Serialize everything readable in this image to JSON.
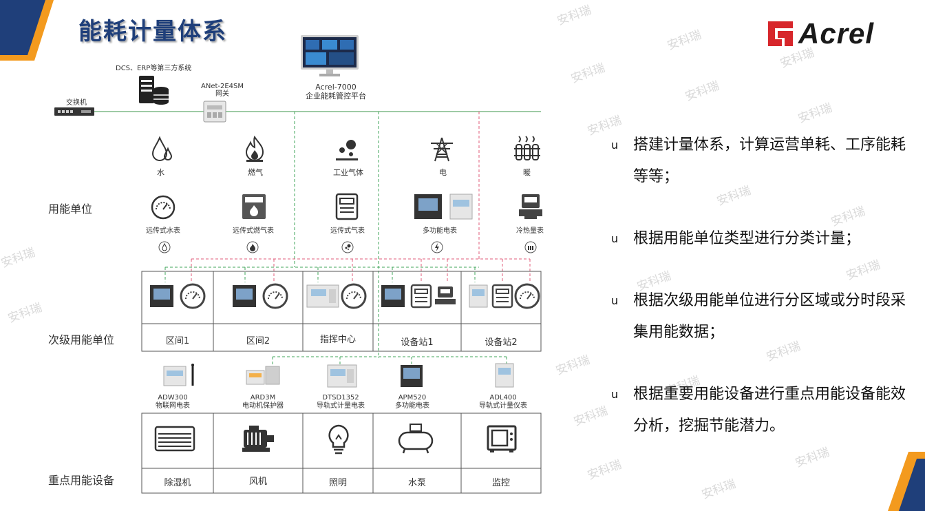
{
  "page_title": "能耗计量体系",
  "logo": {
    "text": "Acrel"
  },
  "watermark": "安科瑞",
  "network": {
    "third_party": "DCS、ERP等第三方系统",
    "switch": "交换机",
    "gateway_model": "ANet-2E4SM",
    "gateway_name": "网关",
    "platform_model": "Acrel-7000",
    "platform_name": "企业能耗管控平台"
  },
  "energy_types": [
    "水",
    "燃气",
    "工业气体",
    "电",
    "暖"
  ],
  "meters": [
    "远传式水表",
    "远传式燃气表",
    "远传式气表",
    "多功能电表",
    "冷热量表"
  ],
  "row_labels": {
    "unit": "用能单位",
    "sub_unit": "次级用能单位",
    "key_equipment": "重点用能设备"
  },
  "sub_units": [
    "区间1",
    "区间2",
    "指挥中心",
    "设备站1",
    "设备站2"
  ],
  "devices": [
    {
      "model": "ADW300",
      "name": "物联网电表"
    },
    {
      "model": "ARD3M",
      "name": "电动机保护器"
    },
    {
      "model": "DTSD1352",
      "name": "导轨式计量电表"
    },
    {
      "model": "APM520",
      "name": "多功能电表"
    },
    {
      "model": "ADL400",
      "name": "导轨式计量仪表"
    }
  ],
  "equipment": [
    "除湿机",
    "风机",
    "照明",
    "水泵",
    "监控"
  ],
  "bullets": [
    {
      "mark": "u",
      "text": "搭建计量体系，计算运营单耗、工序能耗等等；"
    },
    {
      "mark": "u",
      "text": "根据用能单位类型进行分类计量；"
    },
    {
      "mark": "u",
      "text": "根据次级用能单位进行分区域或分时段采集用能数据；"
    },
    {
      "mark": "u",
      "text": "根据重要用能设备进行重点用能设备能效分析，挖掘节能潜力。"
    }
  ],
  "colors": {
    "title": "#1f3f7a",
    "accent_orange": "#f39a1e",
    "accent_navy": "#1f3f7a",
    "logo_red": "#d7262b",
    "bus_green": "#7fb987",
    "dash_red": "#e05b7a",
    "dash_green": "#3fa65a"
  }
}
